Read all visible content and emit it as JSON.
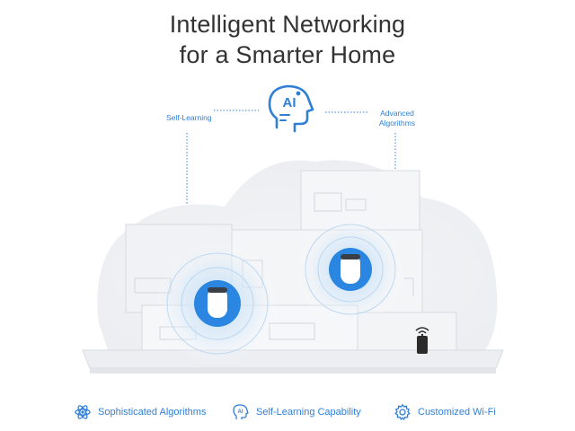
{
  "headline": {
    "line1": "Intelligent Networking",
    "line2": "for a Smarter Home"
  },
  "ai_head_icon": {
    "text": "AI",
    "icon": "ai-head-icon",
    "color": "#2f7fd6"
  },
  "callouts": {
    "left": "Self-Learning",
    "right_line1": "Advanced",
    "right_line2": "Algorithms"
  },
  "features": [
    {
      "label": "Sophisticated Algorithms",
      "icon": "atom-icon"
    },
    {
      "label": "Self-Learning Capability",
      "icon": "ai-head-icon"
    },
    {
      "label": "Customized Wi-Fi",
      "icon": "gear-icon"
    }
  ],
  "colors": {
    "accent": "#2f7fd6",
    "text": "#333333",
    "house": "#f2f4f7"
  }
}
